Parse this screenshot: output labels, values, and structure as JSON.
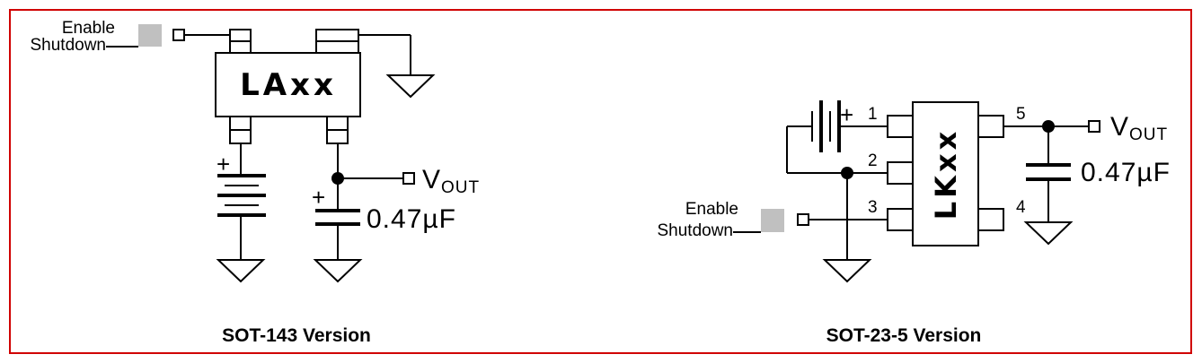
{
  "frame_color": "#d00000",
  "switch_fill": "#c0c0c0",
  "left": {
    "enable": "Enable",
    "shutdown": "Shutdown",
    "chip": "LAxx",
    "vout_v": "V",
    "vout_sub": "OUT",
    "cap": "0.47µF",
    "caption": "SOT-143 Version"
  },
  "right": {
    "enable": "Enable",
    "shutdown": "Shutdown",
    "chip": "LKxx",
    "pins": [
      "1",
      "2",
      "3",
      "4",
      "5"
    ],
    "vout_v": "V",
    "vout_sub": "OUT",
    "cap": "0.47µF",
    "caption": "SOT-23-5 Version"
  }
}
